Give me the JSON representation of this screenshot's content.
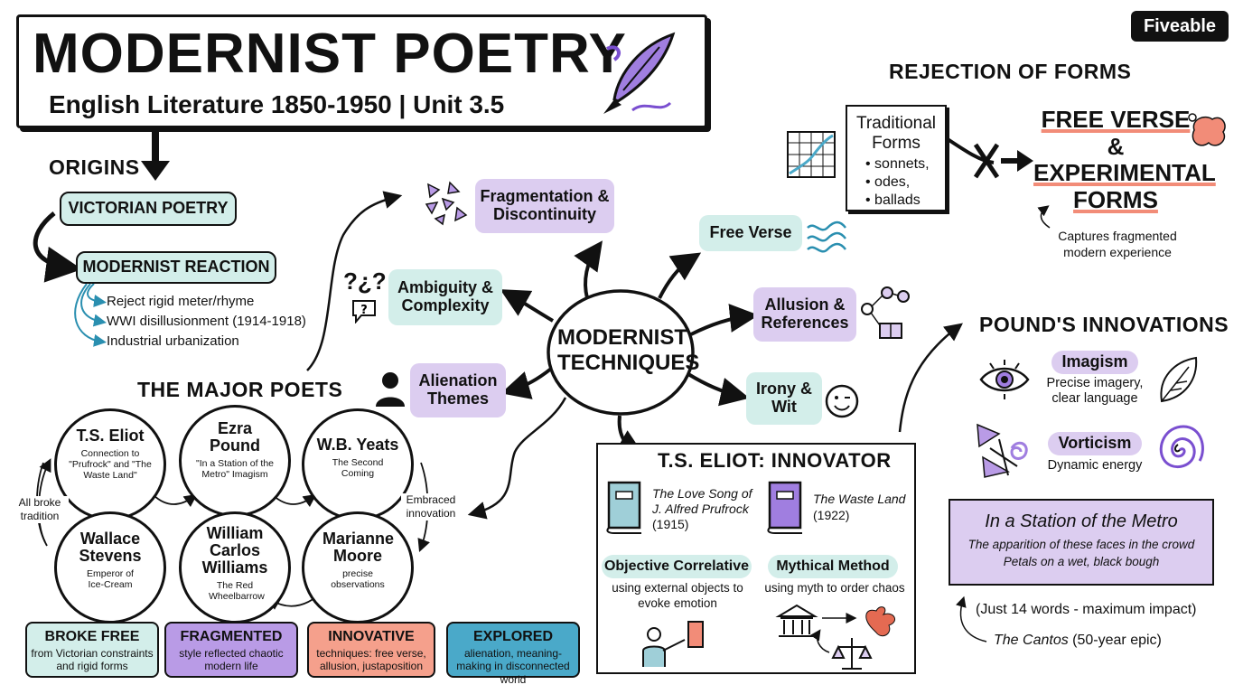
{
  "brand": "Fiveable",
  "header": {
    "title": "MODERNIST POETRY",
    "subtitle": "English Literature 1850-1950 | Unit 3.5"
  },
  "origins": {
    "heading": "ORIGINS",
    "victorian": "VICTORIAN POETRY",
    "reaction": "MODERNIST REACTION",
    "points": [
      "Reject rigid meter/rhyme",
      "WWI disillusionment (1914-1918)",
      "Industrial urbanization"
    ]
  },
  "poets": {
    "heading": "THE MAJOR POETS",
    "left_note": "All broke tradition",
    "right_note": "Embraced innovation",
    "items": [
      {
        "name": "T.S. Eliot",
        "desc": "Connection to \"Prufrock\" and \"The Waste Land\""
      },
      {
        "name": "Ezra Pound",
        "desc": "\"In a Station of the Metro\" Imagism"
      },
      {
        "name": "W.B. Yeats",
        "desc": "The Second Coming"
      },
      {
        "name": "Wallace Stevens",
        "desc": "Emperor of Ice-Cream"
      },
      {
        "name": "William Carlos Williams",
        "desc": "The Red Wheelbarrow"
      },
      {
        "name": "Marianne Moore",
        "desc": "precise observations"
      }
    ]
  },
  "summary": [
    {
      "title": "BROKE FREE",
      "desc": "from Victorian constraints and rigid forms",
      "color": "#d3eeea"
    },
    {
      "title": "FRAGMENTED",
      "desc": "style reflected chaotic modern life",
      "color": "#b99be6"
    },
    {
      "title": "INNOVATIVE",
      "desc": "techniques: free verse, allusion, justaposition",
      "color": "#f5a08c"
    },
    {
      "title": "EXPLORED",
      "desc": "alienation, meaning-making in disconnected world",
      "color": "#4aa9c9"
    }
  ],
  "techniques": {
    "center": "MODERNIST TECHNIQUES",
    "fragmentation": "Fragmentation & Discontinuity",
    "ambiguity": "Ambiguity & Complexity",
    "alienation": "Alienation Themes",
    "free_verse": "Free Verse",
    "allusion": "Allusion & References",
    "irony": "Irony & Wit"
  },
  "rejection": {
    "heading": "REJECTION OF FORMS",
    "traditional_title": "Traditional Forms",
    "traditional_items": [
      "sonnets,",
      "odes,",
      "ballads"
    ],
    "result_line1": "FREE VERSE",
    "result_amp": "&",
    "result_line2": "EXPERIMENTAL",
    "result_line3": "FORMS",
    "caption": "Captures fragmented modern experience"
  },
  "eliot": {
    "heading": "T.S. ELIOT: INNOVATOR",
    "book1_title": "The Love Song of J. Alfred Prufrock",
    "book1_year": "(1915)",
    "book2_title": "The Waste Land",
    "book2_year": "(1922)",
    "method1": "Objective Correlative",
    "method1_desc": "using external objects to evoke emotion",
    "method2": "Mythical Method",
    "method2_desc": "using myth to order chaos"
  },
  "pound": {
    "heading": "POUND'S INNOVATIONS",
    "imagism": "Imagism",
    "imagism_desc": "Precise imagery, clear language",
    "vorticism": "Vorticism",
    "vorticism_desc": "Dynamic energy",
    "poem_title": "In a Station of the Metro",
    "poem_line1": "The apparition of these faces in the crowd",
    "poem_line2": "Petals on a wet, black bough",
    "note1": "(Just 14 words - maximum impact)",
    "note2_title": "The Cantos",
    "note2_rest": " (50-year epic)"
  }
}
